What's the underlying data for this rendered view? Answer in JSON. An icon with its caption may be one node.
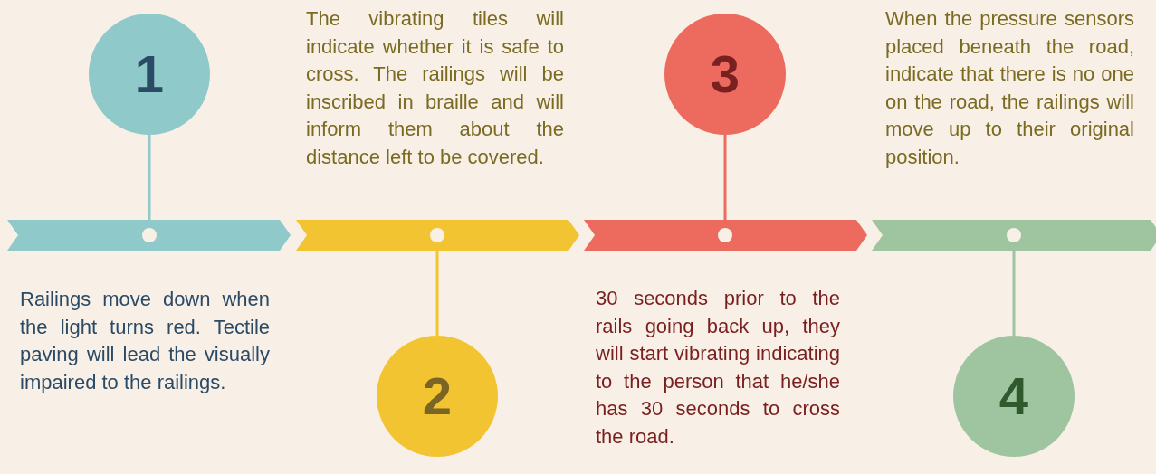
{
  "diagram": {
    "nodes": [
      {
        "text": [
          "1"
        ]
      },
      {
        "text": [
          "2"
        ]
      },
      {
        "text": [
          "3"
        ]
      },
      {
        "text": [
          "4"
        ]
      },
      {
        "text": [],
        "shape": "bar"
      },
      {
        "text": [],
        "shape": "bar"
      },
      {
        "text": [],
        "shape": "bar"
      },
      {
        "text": [],
        "shape": "bar"
      }
    ],
    "edges": [
      {
        "from": 0,
        "to": 4,
        "arrow": "none",
        "color": "#8fc9ca"
      },
      {
        "from": 1,
        "to": 5,
        "arrow": "none",
        "color": "#f2c431"
      },
      {
        "from": 2,
        "to": 6,
        "arrow": "none",
        "color": "#ec6a5e"
      },
      {
        "from": 3,
        "to": 7,
        "arrow": "none",
        "color": "#9fc5a0"
      }
    ],
    "labels": [
      "The vibrating tiles will indicate whether it is safe to cross. The railings will be inscribed in braille and will inform them about the distance left to be covered.",
      "When the pressure sensors placed beneath the road, indicate that there is no one on the road, the railings will move up to their original position.",
      "Railings move down when the light turns red. Tectile paving will lead the visually impaired to the railings.",
      "30 seconds prior to the rails going back up, they will start vibrating indicating to the person that he/she has 30 seconds to cross the road."
    ]
  }
}
